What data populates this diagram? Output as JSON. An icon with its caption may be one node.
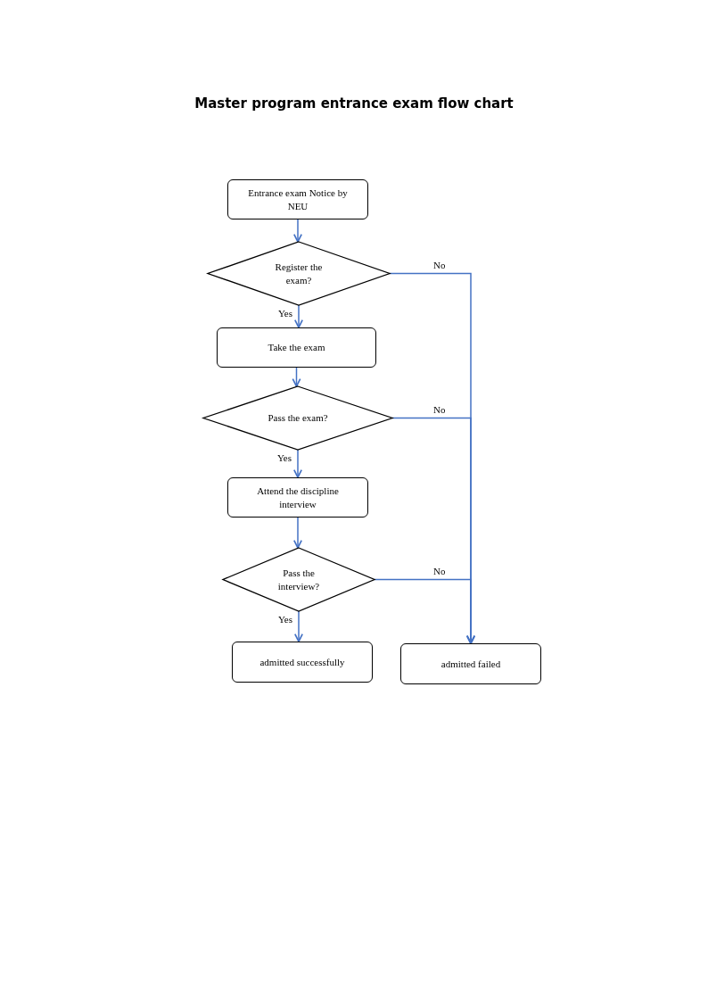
{
  "diagram": {
    "title": "Master program entrance exam flow chart",
    "nodes": [
      {
        "text": [
          "Entrance exam Notice by NEU"
        ]
      },
      {
        "text": [
          "Register the exam?"
        ]
      },
      {
        "text": [
          "Take the exam"
        ]
      },
      {
        "text": [
          "Pass the exam?"
        ]
      },
      {
        "text": [
          "Attend the discipline interview"
        ]
      },
      {
        "text": [
          "Pass the interview?"
        ]
      },
      {
        "text": [
          "admitted successfully"
        ]
      },
      {
        "text": [
          "admitted failed"
        ]
      }
    ],
    "edges": [
      {
        "from": 0,
        "to": 1,
        "arrow": "to"
      },
      {
        "from": 1,
        "to": 2,
        "arrow": "to",
        "label": "Yes"
      },
      {
        "from": 2,
        "to": 3,
        "arrow": "to"
      },
      {
        "from": 3,
        "to": 4,
        "arrow": "to",
        "label": "Yes"
      },
      {
        "from": 4,
        "to": 5,
        "arrow": "to"
      },
      {
        "from": 5,
        "to": 6,
        "arrow": "to",
        "label": "Yes"
      },
      {
        "from": 1,
        "to": 7,
        "arrow": "to",
        "label": "No"
      },
      {
        "from": 3,
        "to": 7,
        "arrow": "to",
        "label": "No"
      },
      {
        "from": 5,
        "to": 7,
        "arrow": "to",
        "label": "No"
      }
    ]
  }
}
